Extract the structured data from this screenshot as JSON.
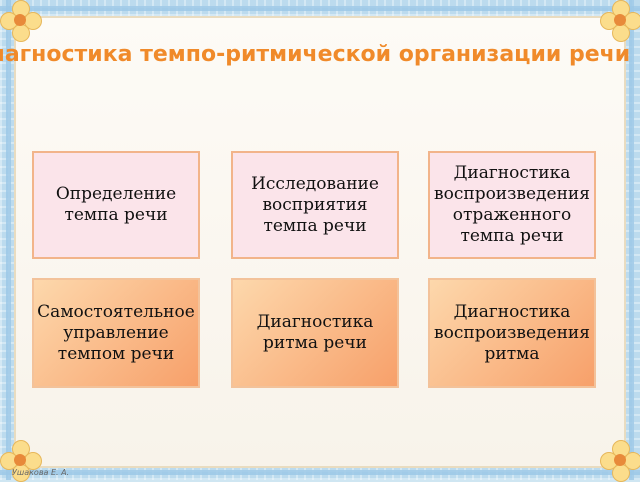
{
  "slide": {
    "title": "Диагностика темпо-ритмической организации речи",
    "author": "Ушакова Е. А."
  },
  "boxes": [
    {
      "text": "Определение темпа речи"
    },
    {
      "text": "Исследование восприятия темпа речи"
    },
    {
      "text": "Диагностика воспроизведения отраженного темпа речи"
    },
    {
      "text": "Самостоятельное управление темпом речи"
    },
    {
      "text": "Диагностика ритма речи"
    },
    {
      "text": "Диагностика воспроизведения ритма"
    }
  ],
  "colors": {
    "title": "#f08a2a",
    "box_pink": "#fbe4ea",
    "box_orange": "#f7a06a",
    "frame": "#bcdbee"
  },
  "icons": [
    "flower-icon"
  ]
}
